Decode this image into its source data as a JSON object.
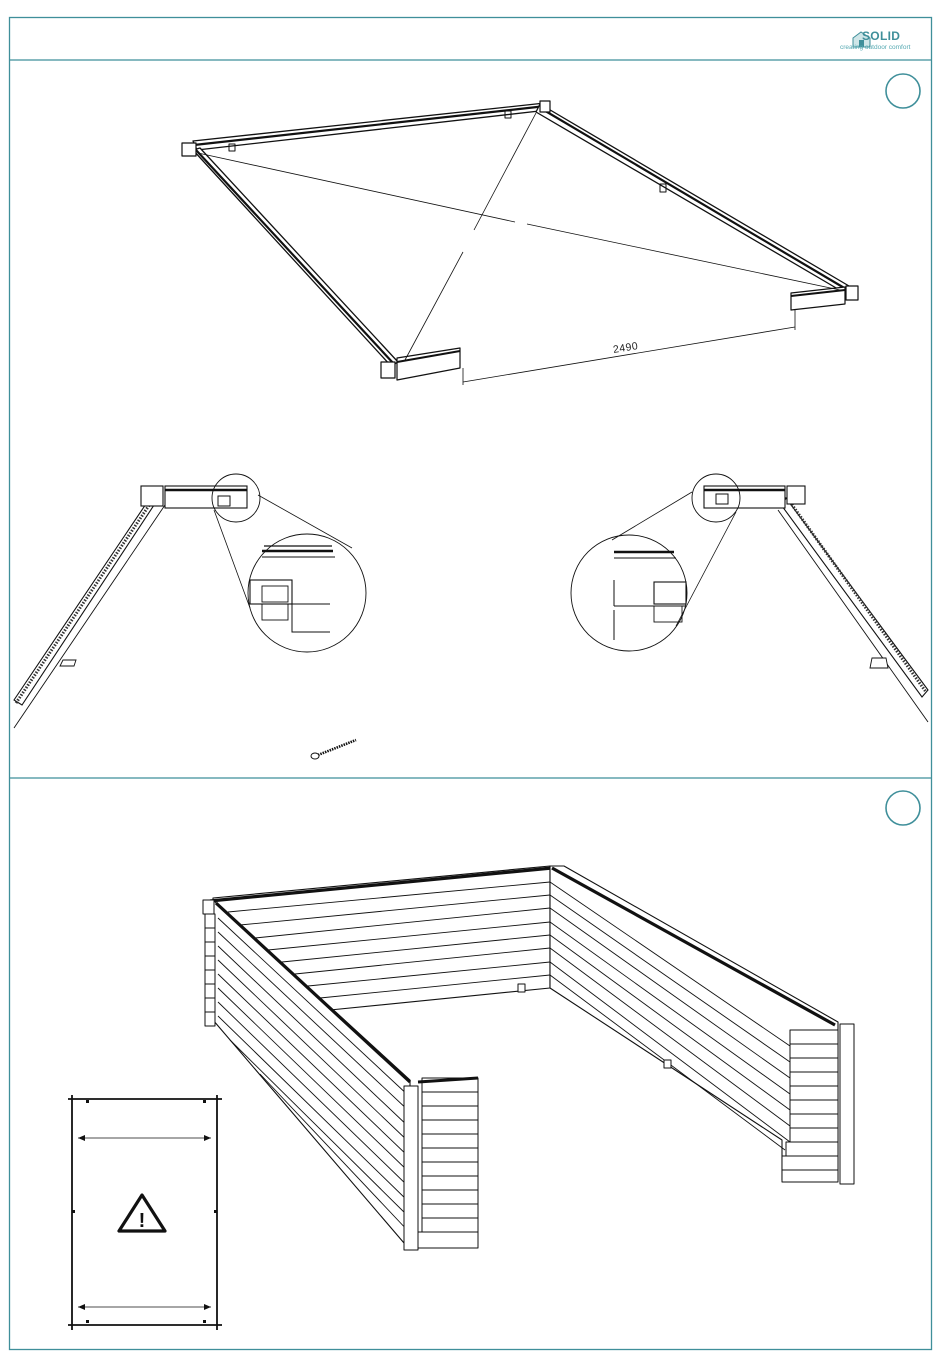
{
  "brand": {
    "name": "SOLID",
    "tagline": "creating outdoor comfort",
    "mark_color": "#3f8f9a"
  },
  "accent_color": "#3f8f9a",
  "step1": {
    "dimension": "2490"
  },
  "step2": {
    "warning_symbol": "!"
  }
}
